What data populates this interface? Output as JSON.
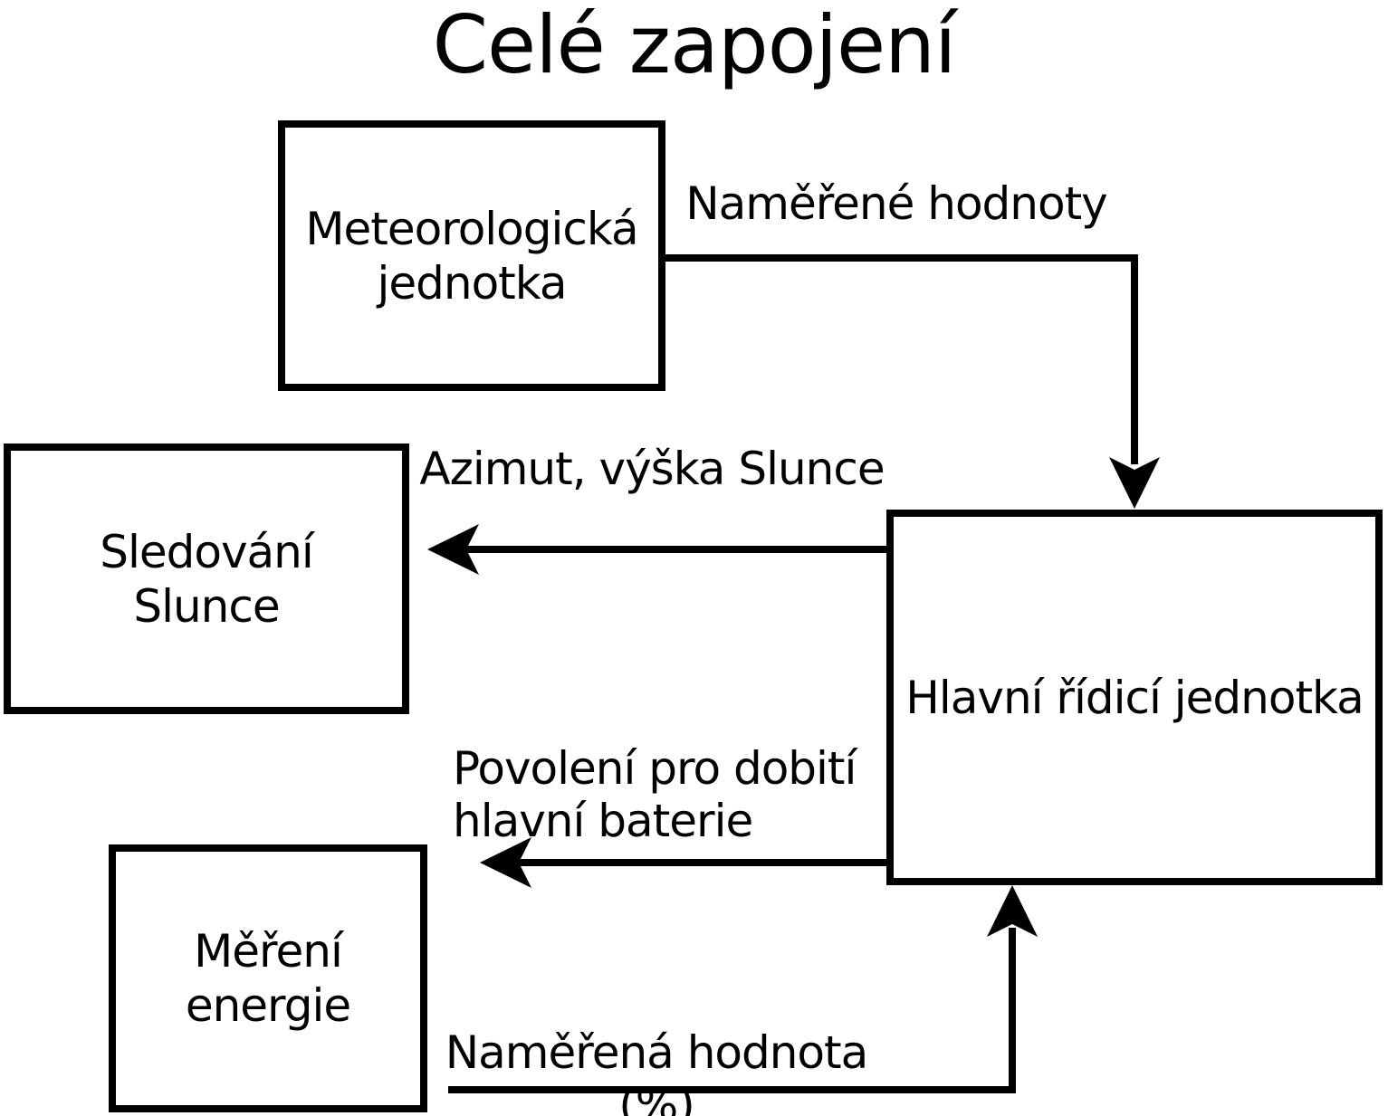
{
  "title": "Celé zapojení",
  "colors": {
    "background": "#ffffff",
    "line": "#000000",
    "text": "#000000"
  },
  "nodes": {
    "meteo": {
      "label": "Meteorologická\njednotka"
    },
    "sun_tracking": {
      "label": "Sledování\nSlunce"
    },
    "energy": {
      "label": "Měření\nenergie"
    },
    "main_unit": {
      "label": "Hlavní řídicí jednotka"
    }
  },
  "edges": {
    "meteo_to_main": {
      "label": "Naměřené hodnoty",
      "from": "Meteorologická jednotka",
      "to": "Hlavní řídicí jednotka"
    },
    "main_to_sun_tracking": {
      "label": "Azimut, výška Slunce",
      "from": "Hlavní řídicí jednotka",
      "to": "Sledování Slunce"
    },
    "main_to_battery": {
      "label": "Povolení pro dobití\nhlavní baterie",
      "from": "Hlavní řídicí jednotka",
      "to": "vlevo (dobití hlavní baterie)"
    },
    "energy_to_main": {
      "label": "Naměřená hodnota (%)",
      "from": "Měření energie",
      "to": "Hlavní řídicí jednotka"
    }
  }
}
